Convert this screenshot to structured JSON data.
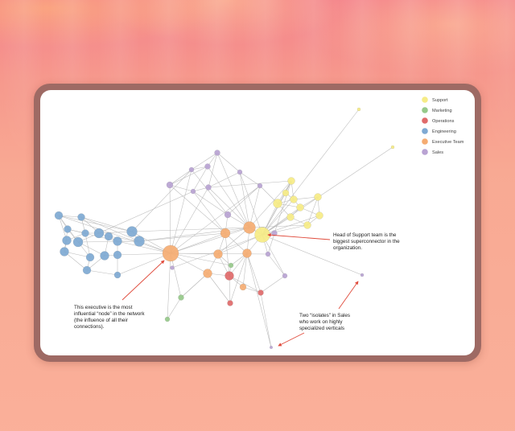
{
  "legend": {
    "items": [
      {
        "label": "Support",
        "color": "#f6ec86"
      },
      {
        "label": "Marketing",
        "color": "#96c98a"
      },
      {
        "label": "Operations",
        "color": "#e06a6a"
      },
      {
        "label": "Engineering",
        "color": "#7ea9d3"
      },
      {
        "label": "Executive Team",
        "color": "#f5ac72"
      },
      {
        "label": "Sales",
        "color": "#b9a3d3"
      }
    ]
  },
  "annotations": {
    "support_head": [
      "Head of Support team is the",
      "biggest superconnector in the",
      "organization."
    ],
    "executive": [
      "This executive is the most",
      "influential “node” in the network",
      "(the influence of all their",
      "connections)."
    ],
    "isolates": [
      "Two “isolates” in Sales",
      "who work on highly",
      "specialized verticals"
    ]
  },
  "colors": {
    "arrow": "#e04b3c",
    "edge": "#b3b3b3"
  }
}
